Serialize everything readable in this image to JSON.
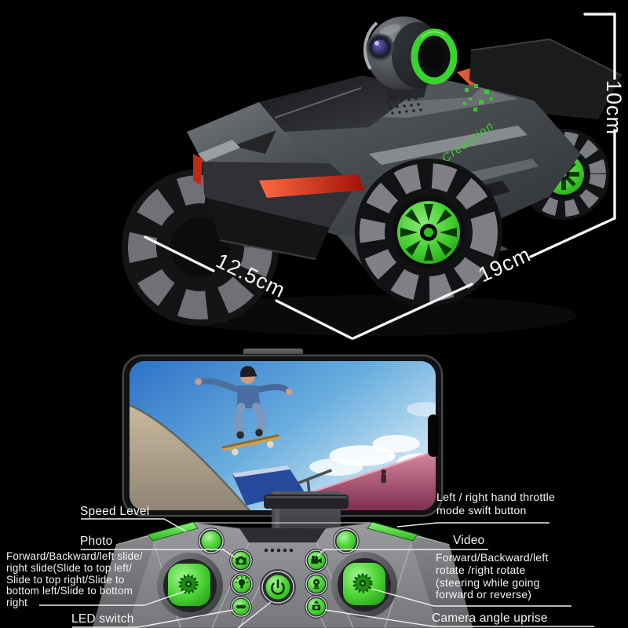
{
  "page": {
    "background": "#000000"
  },
  "product": {
    "branding": "Creaction",
    "dimensions": {
      "height": "10cm",
      "width": "12.5cm",
      "length": "19cm"
    }
  },
  "controller": {
    "indicator_dots": 5,
    "buttons": [
      {
        "id": "left-shoulder",
        "icon": "green-shoulder-button"
      },
      {
        "id": "right-shoulder",
        "icon": "green-shoulder-button"
      },
      {
        "id": "left-round",
        "icon": "round-green-button"
      },
      {
        "id": "right-round",
        "icon": "round-green-button"
      },
      {
        "id": "photo",
        "icon": "camera-icon"
      },
      {
        "id": "led",
        "icon": "bulb-icon"
      },
      {
        "id": "mode-pill",
        "icon": "text-pill-button"
      },
      {
        "id": "power",
        "icon": "power-icon"
      },
      {
        "id": "video",
        "icon": "video-camera-icon"
      },
      {
        "id": "camera-stand",
        "icon": "webcam-icon"
      },
      {
        "id": "camera-angle",
        "icon": "camera-tilt-up-icon"
      },
      {
        "id": "left-stick",
        "icon": "joystick"
      },
      {
        "id": "right-stick",
        "icon": "joystick"
      }
    ]
  },
  "callouts": {
    "speed_level": "Speed Level",
    "photo": "Photo",
    "left_stick_lines": [
      "Forward/Backward/left slide/",
      " right slide(Slide to top left/",
      "Slide to top right/Slide to",
      "bottom left/Slide to bottom",
      "right"
    ],
    "led_switch": "LED switch",
    "throttle_lines": [
      "Left / right hand throttle",
      "mode swift button"
    ],
    "video": "Video",
    "right_stick_lines": [
      "Forward/Backward/left",
      "rotate /right rotate",
      "(steering while going",
      "forward or reverse)"
    ],
    "camera_angle": "Camera angle uprise"
  },
  "colors": {
    "accent_green": "#3bd32e",
    "button_green": "#3fd12e",
    "body_gray": "#8a8c90",
    "red_accent": "#d93a20",
    "sky_blue": "#5a9fd8"
  }
}
